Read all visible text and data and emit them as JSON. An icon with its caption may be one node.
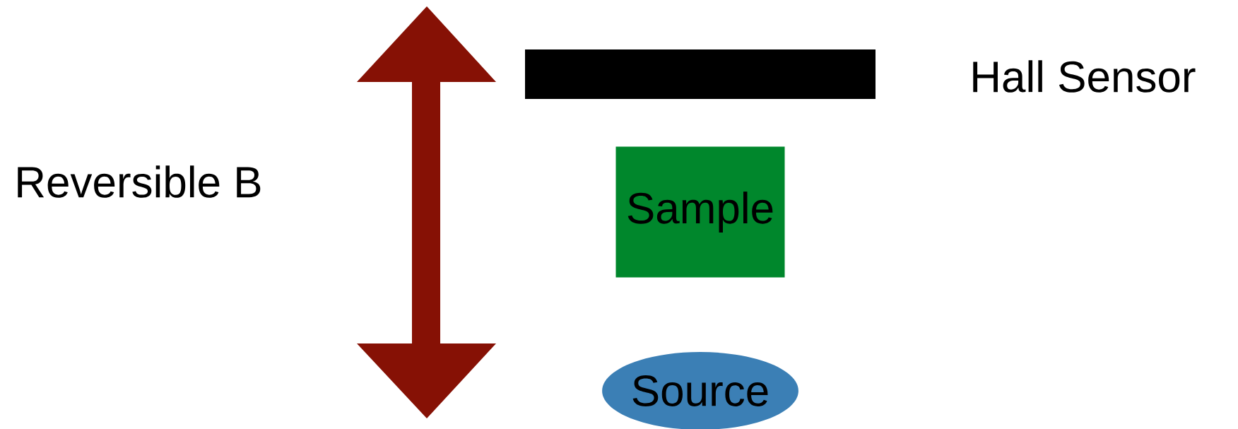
{
  "diagram": {
    "nodes": [
      {
        "text": [],
        "shape": "bar",
        "beside": [
          "Hall Sensor"
        ]
      },
      {
        "text": [
          "Sample"
        ]
      },
      {
        "text": [
          "Source"
        ]
      }
    ],
    "labels": [
      "Reversible B"
    ]
  }
}
